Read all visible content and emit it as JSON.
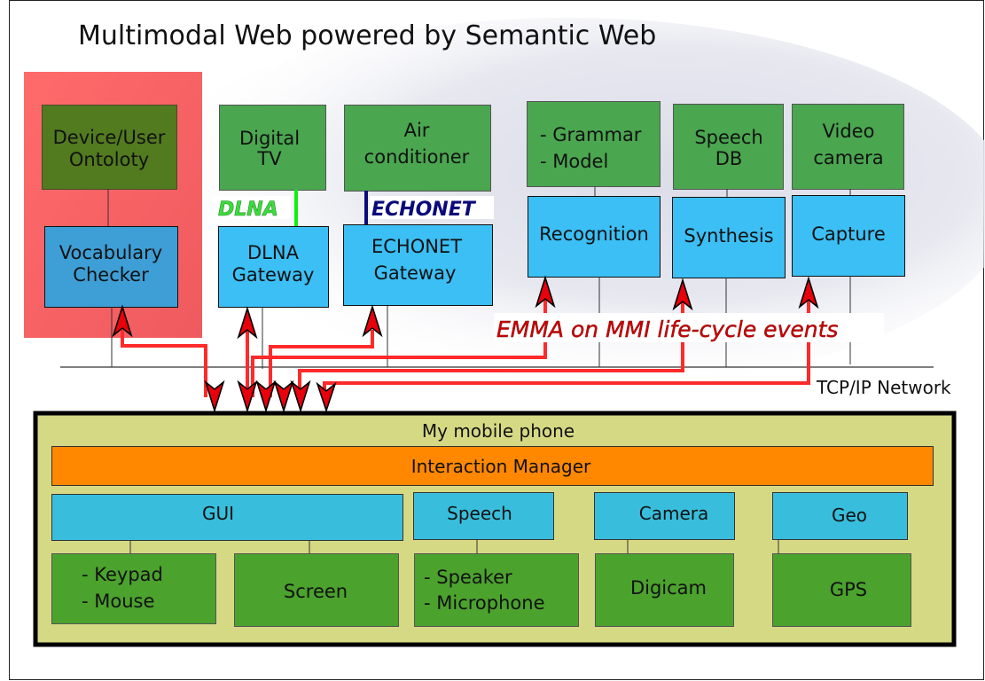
{
  "title": "Multimodal Web powered by Semantic Web",
  "colors": {
    "ontology_highlight": "#ff6666",
    "dark_green": "#527a1f",
    "green": "#4aa64f",
    "blue": "#3bbff5",
    "checker_blue": "#3e9ed6",
    "phone_bg": "#d6d984",
    "orange": "#ff8800",
    "phone_blue": "#38bedc",
    "phone_green": "#4ba22d",
    "arrow_red": "#ff2a2a",
    "dlna_green": "#11ee11",
    "echonet_navy": "#0a0a7a",
    "emma_red": "#cc0000"
  },
  "semantic_group": {
    "ontology": {
      "line1": "Device/User",
      "line2": "Ontoloty"
    },
    "checker": {
      "line1": "Vocabulary",
      "line2": "Checker"
    }
  },
  "services": [
    {
      "device": {
        "line1": "Digital",
        "line2": "TV"
      },
      "gateway": {
        "line1": "DLNA",
        "line2": "Gateway"
      },
      "protocol": "DLNA"
    },
    {
      "device": {
        "line1": "Air",
        "line2": "conditioner"
      },
      "gateway": {
        "line1": "ECHONET",
        "line2": "Gateway"
      },
      "protocol": "ECHONET"
    },
    {
      "device": {
        "line1": "- Grammar",
        "line2": "- Model"
      },
      "gateway": {
        "line1": "Recognition"
      }
    },
    {
      "device": {
        "line1": "Speech",
        "line2": "DB"
      },
      "gateway": {
        "line1": "Synthesis"
      }
    },
    {
      "device": {
        "line1": "Video",
        "line2": "camera"
      },
      "gateway": {
        "line1": "Capture"
      }
    }
  ],
  "emma_label": "EMMA on MMI life-cycle events",
  "network_label": "TCP/IP Network",
  "phone": {
    "title": "My mobile phone",
    "interaction_manager": "Interaction Manager",
    "modalities": [
      {
        "name": "GUI",
        "devices": [
          {
            "line1": "- Keypad",
            "line2": "- Mouse"
          },
          {
            "line1": "Screen"
          }
        ]
      },
      {
        "name": "Speech",
        "devices": [
          {
            "line1": "- Speaker",
            "line2": "- Microphone"
          }
        ]
      },
      {
        "name": "Camera",
        "devices": [
          {
            "line1": "Digicam"
          }
        ]
      },
      {
        "name": "Geo",
        "devices": [
          {
            "line1": "GPS"
          }
        ]
      }
    ]
  }
}
